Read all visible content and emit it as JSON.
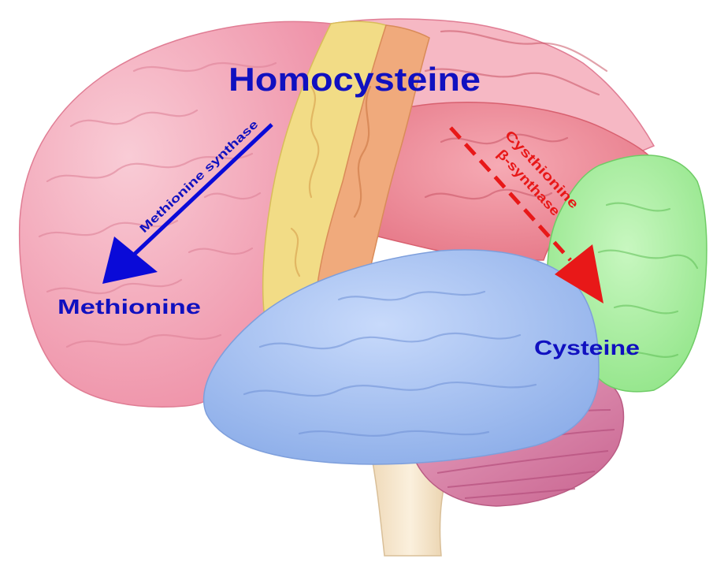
{
  "title": "Homocysteine",
  "products": {
    "left": "Methionine",
    "right": "Cysteine"
  },
  "enzymes": {
    "left": "Methionine synthase",
    "right_line1": "Cysthionine",
    "right_line2": "β-synthase"
  },
  "colors": {
    "frontal": "#f4a3b5",
    "frontal_light": "#f7c4cf",
    "motor": "#f2dd8a",
    "somatosensory": "#f0a97a",
    "parietal": "#ec8895",
    "occipital": "#a9eea0",
    "temporal": "#a9c3f2",
    "cerebellum": "#d982a6",
    "brainstem": "#f3e3c8",
    "label_blue": "#1010c0",
    "arrow_blue": "#0a0ad8",
    "arrow_red": "#e81818"
  }
}
